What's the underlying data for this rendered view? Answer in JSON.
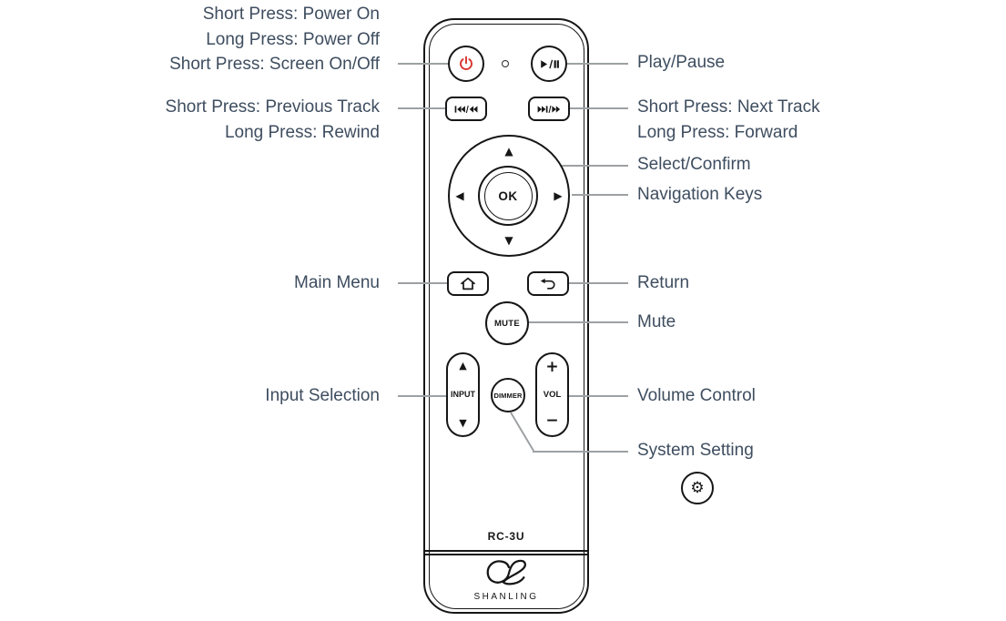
{
  "labels": {
    "power_1": "Short Press: Power On",
    "power_2": "Long Press: Power Off",
    "power_3": "Short Press: Screen On/Off",
    "prev_1": "Short Press: Previous Track",
    "prev_2": "Long Press: Rewind",
    "main_menu": "Main Menu",
    "input_selection": "Input Selection",
    "play_pause": "Play/Pause",
    "next_1": "Short Press: Next Track",
    "next_2": "Long Press: Forward",
    "select_confirm": "Select/Confirm",
    "navigation_keys": "Navigation Keys",
    "return": "Return",
    "mute": "Mute",
    "volume_control": "Volume Control",
    "system_setting": "System Setting"
  },
  "remote": {
    "model": "RC-3U",
    "brand": "SHANLING",
    "buttons": {
      "ok": "OK",
      "mute": "MUTE",
      "input": "INPUT",
      "dimmer": "DIMMER",
      "vol": "VOL"
    }
  },
  "icons": {
    "up_arrow": "▲",
    "down_arrow": "▼",
    "left_arrow": "◀",
    "right_arrow": "▶",
    "volume_plus": "+",
    "volume_minus": "−",
    "gear": "⚙"
  },
  "colors": {
    "accent_red": "#d9342e",
    "label_text": "#3e4d5f",
    "connector_gray": "#9da1a4",
    "outline_black": "#161616"
  }
}
